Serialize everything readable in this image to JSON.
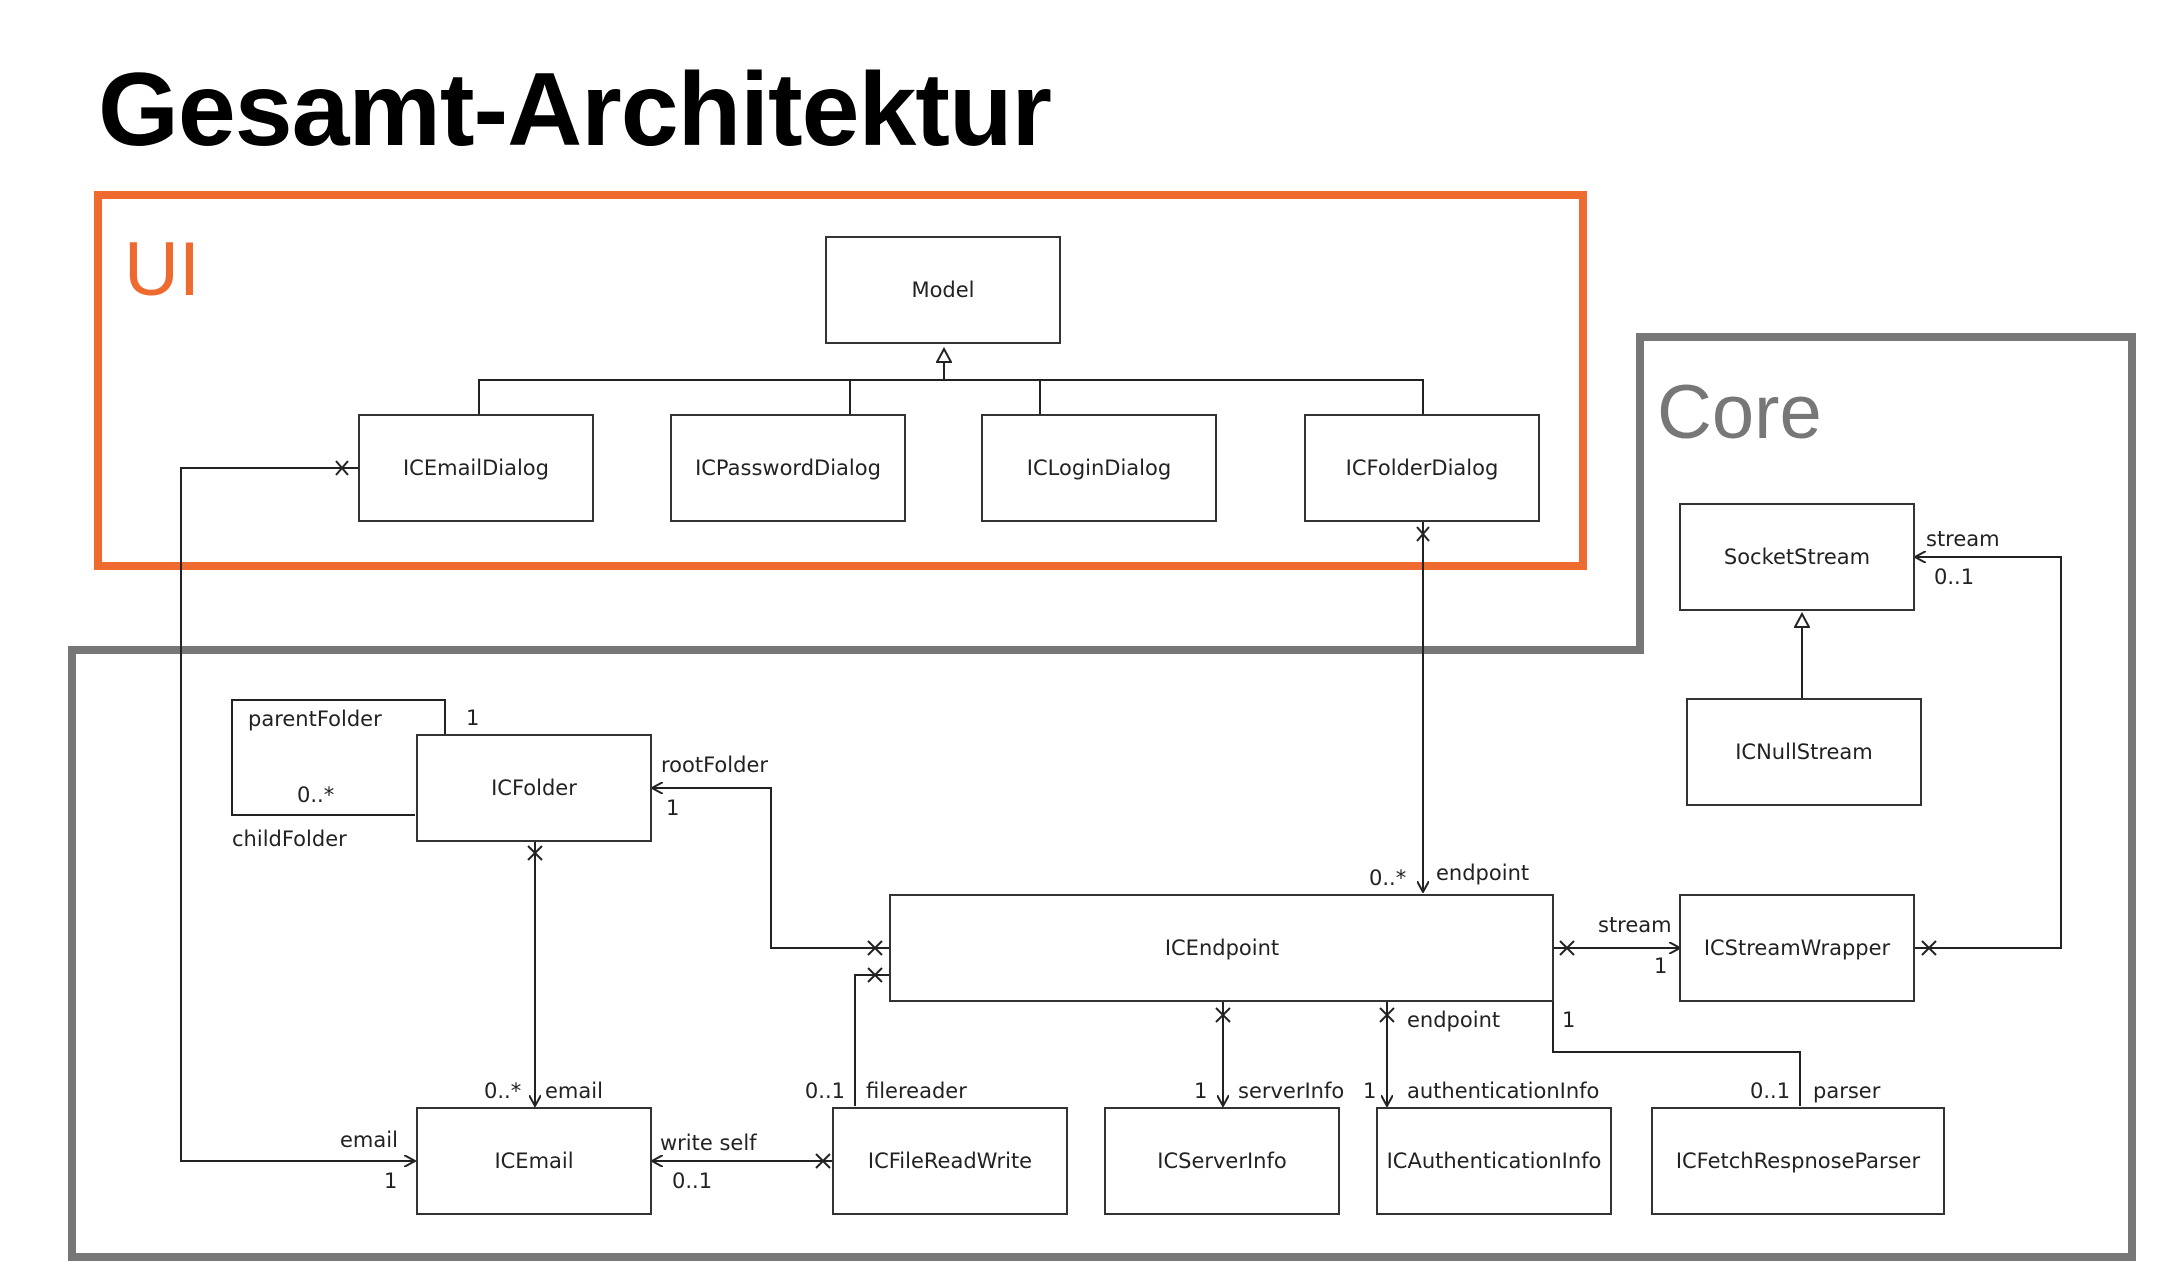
{
  "title": "Gesamt-Architektur",
  "colors": {
    "ui_region": "#ee6a2e",
    "core_region": "#777777",
    "line": "#222222"
  },
  "regions": {
    "ui": "UI",
    "core": "Core"
  },
  "classes": {
    "model": "Model",
    "email_dialog": "ICEmailDialog",
    "password_dialog": "ICPasswordDialog",
    "login_dialog": "ICLoginDialog",
    "folder_dialog": "ICFolderDialog",
    "socket_stream": "SocketStream",
    "null_stream": "ICNullStream",
    "folder": "ICFolder",
    "endpoint": "ICEndpoint",
    "stream_wrapper": "ICStreamWrapper",
    "email": "ICEmail",
    "file_read_write": "ICFileReadWrite",
    "server_info": "ICServerInfo",
    "authentication_info": "ICAuthenticationInfo",
    "fetch_response_parser": "ICFetchRespnoseParser"
  },
  "labels": {
    "parent_folder": "parentFolder",
    "parent_mult": "1",
    "child_mult": "0..*",
    "child_folder": "childFolder",
    "root_folder": "rootFolder",
    "root_mult": "1",
    "endpoint_mult": "0..*",
    "endpoint_role": "endpoint",
    "stream_role": "stream",
    "stream_mult": "1",
    "socket_stream_role": "stream",
    "socket_stream_mult": "0..1",
    "email_mult": "0..*",
    "email_role": "email",
    "dialog_email_role": "email",
    "dialog_email_mult": "1",
    "write_self": "write self",
    "write_self_mult": "0..1",
    "filereader_mult": "0..1",
    "filereader_role": "filereader",
    "server_info_mult": "1",
    "server_info_role": "serverInfo",
    "auth_endpoint_role": "endpoint",
    "auth_mult": "1",
    "auth_role": "authenticationInfo",
    "parser_src_mult": "1",
    "parser_mult": "0..1",
    "parser_role": "parser"
  }
}
